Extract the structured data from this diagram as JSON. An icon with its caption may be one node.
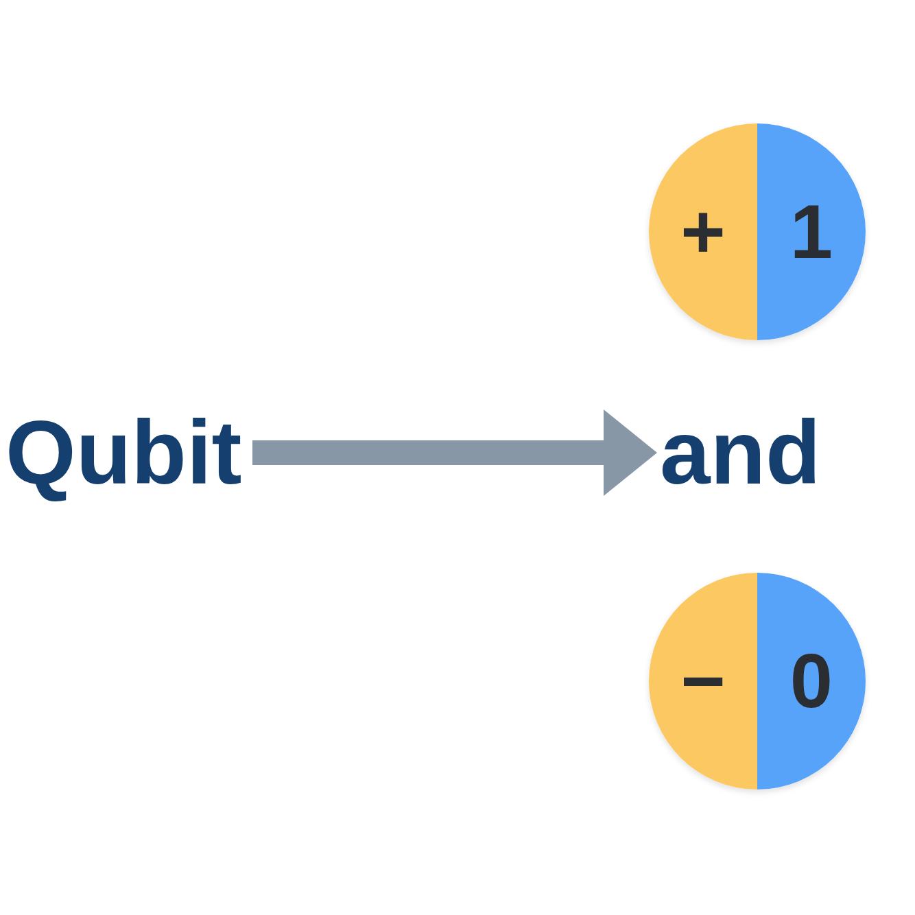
{
  "diagram": {
    "nodes": [
      {
        "text": [
          "Qubit"
        ]
      },
      {
        "text": [
          "and"
        ]
      },
      {
        "text": [
          "+",
          "1"
        ]
      },
      {
        "text": [
          "−",
          "0"
        ]
      }
    ],
    "edges": [
      {
        "from": 0,
        "to": 1,
        "arrow": "to"
      }
    ]
  }
}
